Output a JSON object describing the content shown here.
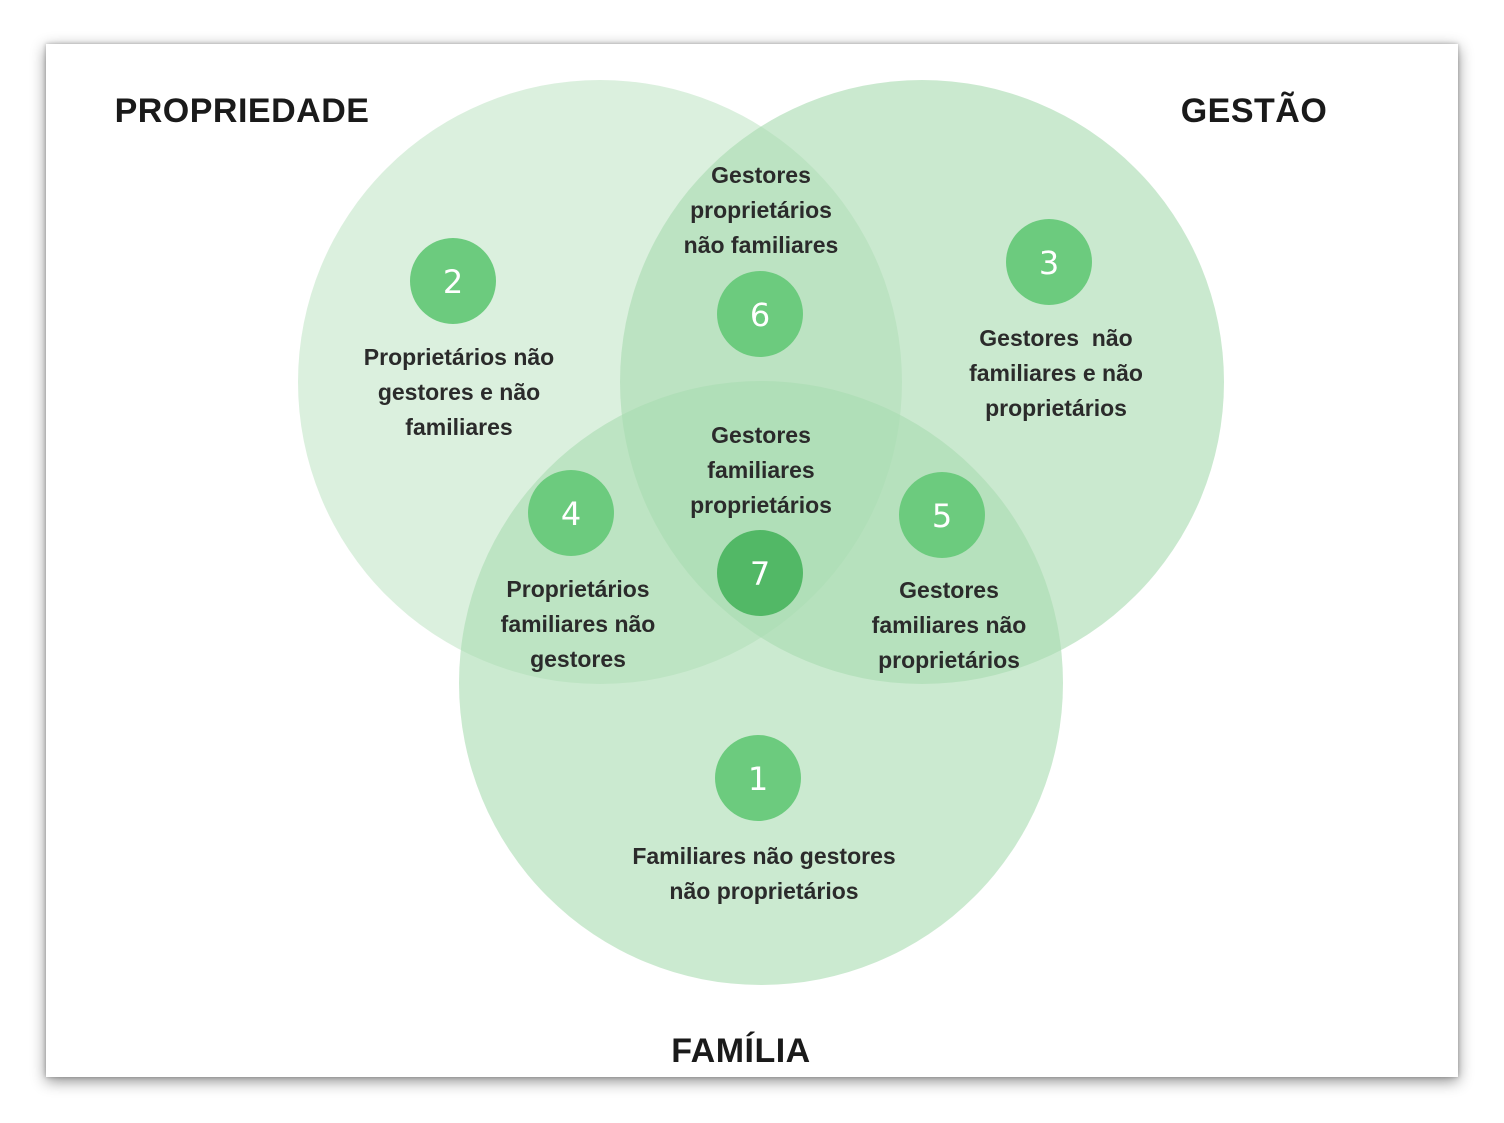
{
  "sets": {
    "propriedade": "PROPRIEDADE",
    "gestao": "GESTÃO",
    "familia": "FAMÍLIA"
  },
  "colors": {
    "circle_fill": "#b8e2be",
    "circle_stroke": "#a6d8ad",
    "badge": "#6ccb7e",
    "badge_center": "#52b866"
  },
  "regions": [
    {
      "number": "1",
      "lines": [
        "Familiares não gestores",
        "não proprietários"
      ]
    },
    {
      "number": "2",
      "lines": [
        "Proprietários não",
        "gestores e não",
        "familiares"
      ]
    },
    {
      "number": "3",
      "lines": [
        "Gestores  não",
        "familiares e não",
        "proprietários"
      ]
    },
    {
      "number": "4",
      "lines": [
        "Proprietários",
        "familiares não",
        "gestores"
      ]
    },
    {
      "number": "5",
      "lines": [
        "Gestores",
        "familiares não",
        "proprietários"
      ]
    },
    {
      "number": "6",
      "lines": [
        "Gestores",
        "proprietários",
        "não familiares"
      ]
    },
    {
      "number": "7",
      "lines": [
        "Gestores",
        "familiares",
        "proprietários"
      ]
    }
  ]
}
